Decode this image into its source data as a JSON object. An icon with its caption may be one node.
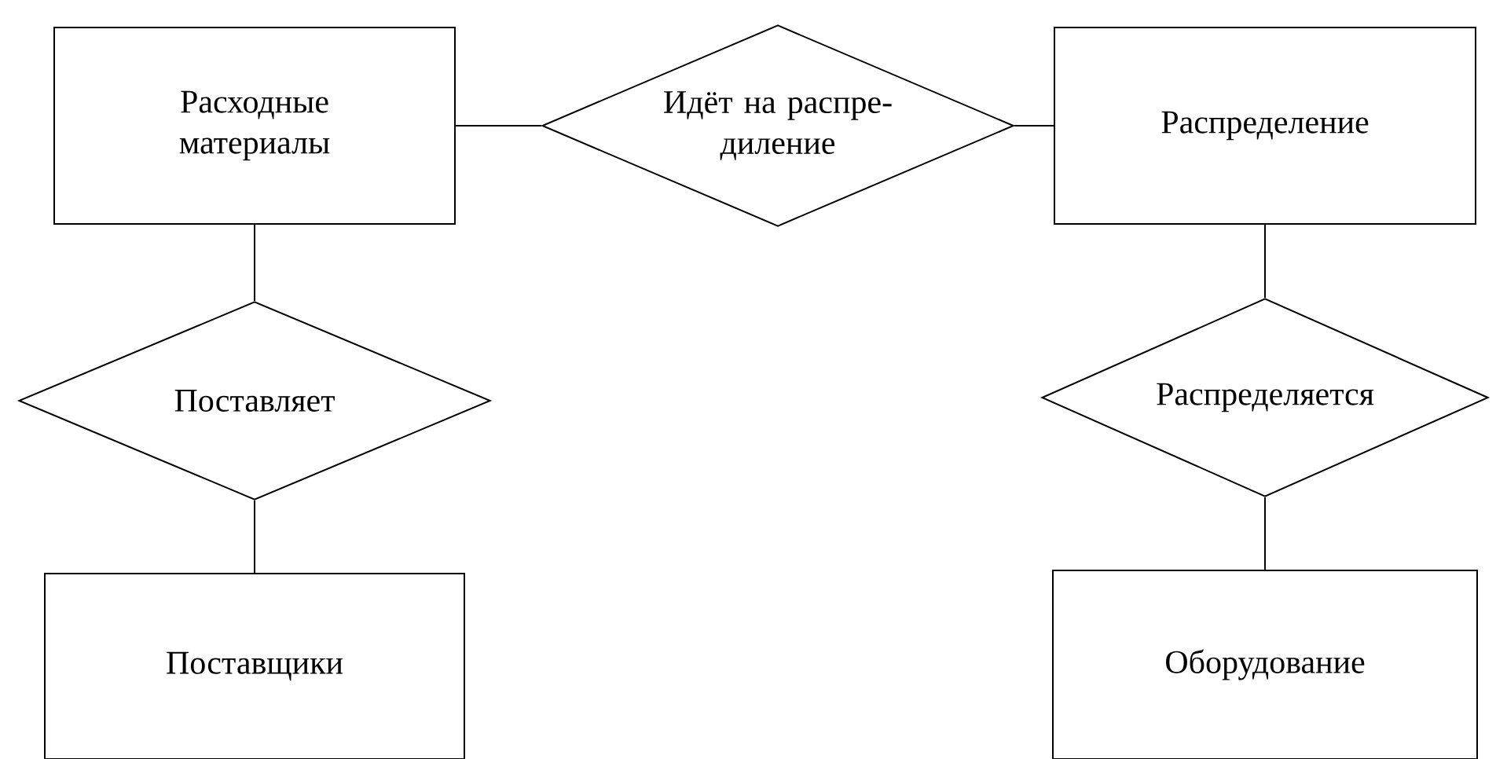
{
  "diagram": {
    "nodes": [
      {
        "text": [
          "Расходные материалы"
        ]
      },
      {
        "text": [
          "Идёт на распре- диление"
        ]
      },
      {
        "text": [
          "Распределение"
        ]
      },
      {
        "text": [
          "Поставляет"
        ]
      },
      {
        "text": [
          "Распределяется"
        ]
      },
      {
        "text": [
          "Поставщики"
        ]
      },
      {
        "text": [
          "Оборудование"
        ]
      }
    ],
    "edges": [
      {
        "from": 0,
        "to": 1,
        "arrow": "none"
      },
      {
        "from": 1,
        "to": 2,
        "arrow": "none"
      },
      {
        "from": 0,
        "to": 3,
        "arrow": "none"
      },
      {
        "from": 3,
        "to": 5,
        "arrow": "none"
      },
      {
        "from": 2,
        "to": 4,
        "arrow": "none"
      },
      {
        "from": 4,
        "to": 6,
        "arrow": "none"
      }
    ]
  }
}
